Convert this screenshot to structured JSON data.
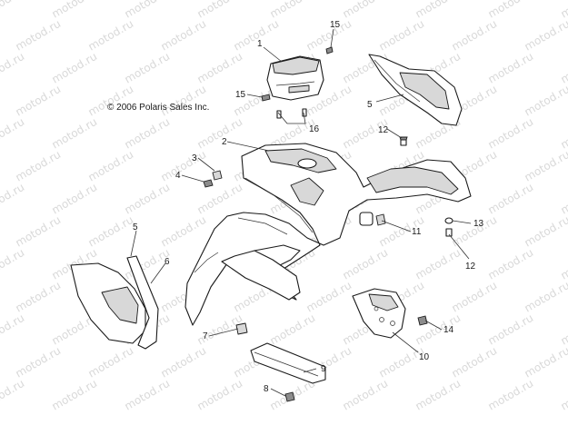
{
  "diagram": {
    "copyright": "© 2006 Polaris Sales Inc.",
    "watermark": "motod.ru",
    "callouts": [
      "1",
      "15",
      "5",
      "15",
      "16",
      "12",
      "2",
      "3",
      "4",
      "11",
      "13",
      "12",
      "5",
      "6",
      "7",
      "10",
      "14",
      "9",
      "8"
    ]
  }
}
